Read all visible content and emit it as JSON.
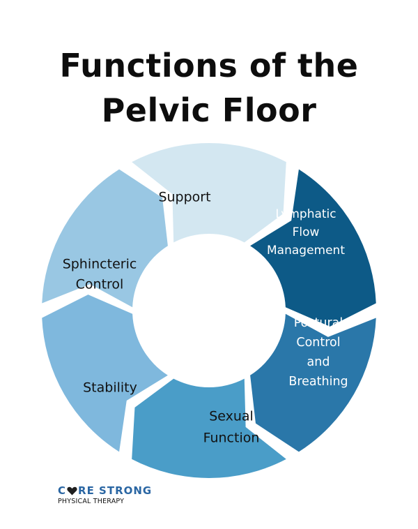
{
  "title": {
    "line1": "Functions of the",
    "line2": "Pelvic Floor"
  },
  "segments": [
    {
      "id": "support",
      "lines": [
        "Support"
      ],
      "color": "#d3e7f1",
      "text_color": "#111111"
    },
    {
      "id": "lymphatic",
      "lines": [
        "Lymphatic",
        "Flow",
        "Management"
      ],
      "color": "#0d5a87",
      "text_color": "#ffffff"
    },
    {
      "id": "postural",
      "lines": [
        "Postural",
        "Control",
        "and",
        "Breathing"
      ],
      "color": "#2a77a9",
      "text_color": "#ffffff"
    },
    {
      "id": "sexual",
      "lines": [
        "Sexual",
        "Function"
      ],
      "color": "#4a9dc8",
      "text_color": "#111111"
    },
    {
      "id": "stability",
      "lines": [
        "Stability"
      ],
      "color": "#7fb8dd",
      "text_color": "#111111"
    },
    {
      "id": "sphincteric",
      "lines": [
        "Sphincteric",
        "Control"
      ],
      "color": "#99c7e3",
      "text_color": "#111111"
    }
  ],
  "logo": {
    "name_part1": "C",
    "name_part2": "RE STRONG",
    "subtitle": "PHYSICAL THERAPY",
    "heart_color": "#1f1f1f"
  }
}
